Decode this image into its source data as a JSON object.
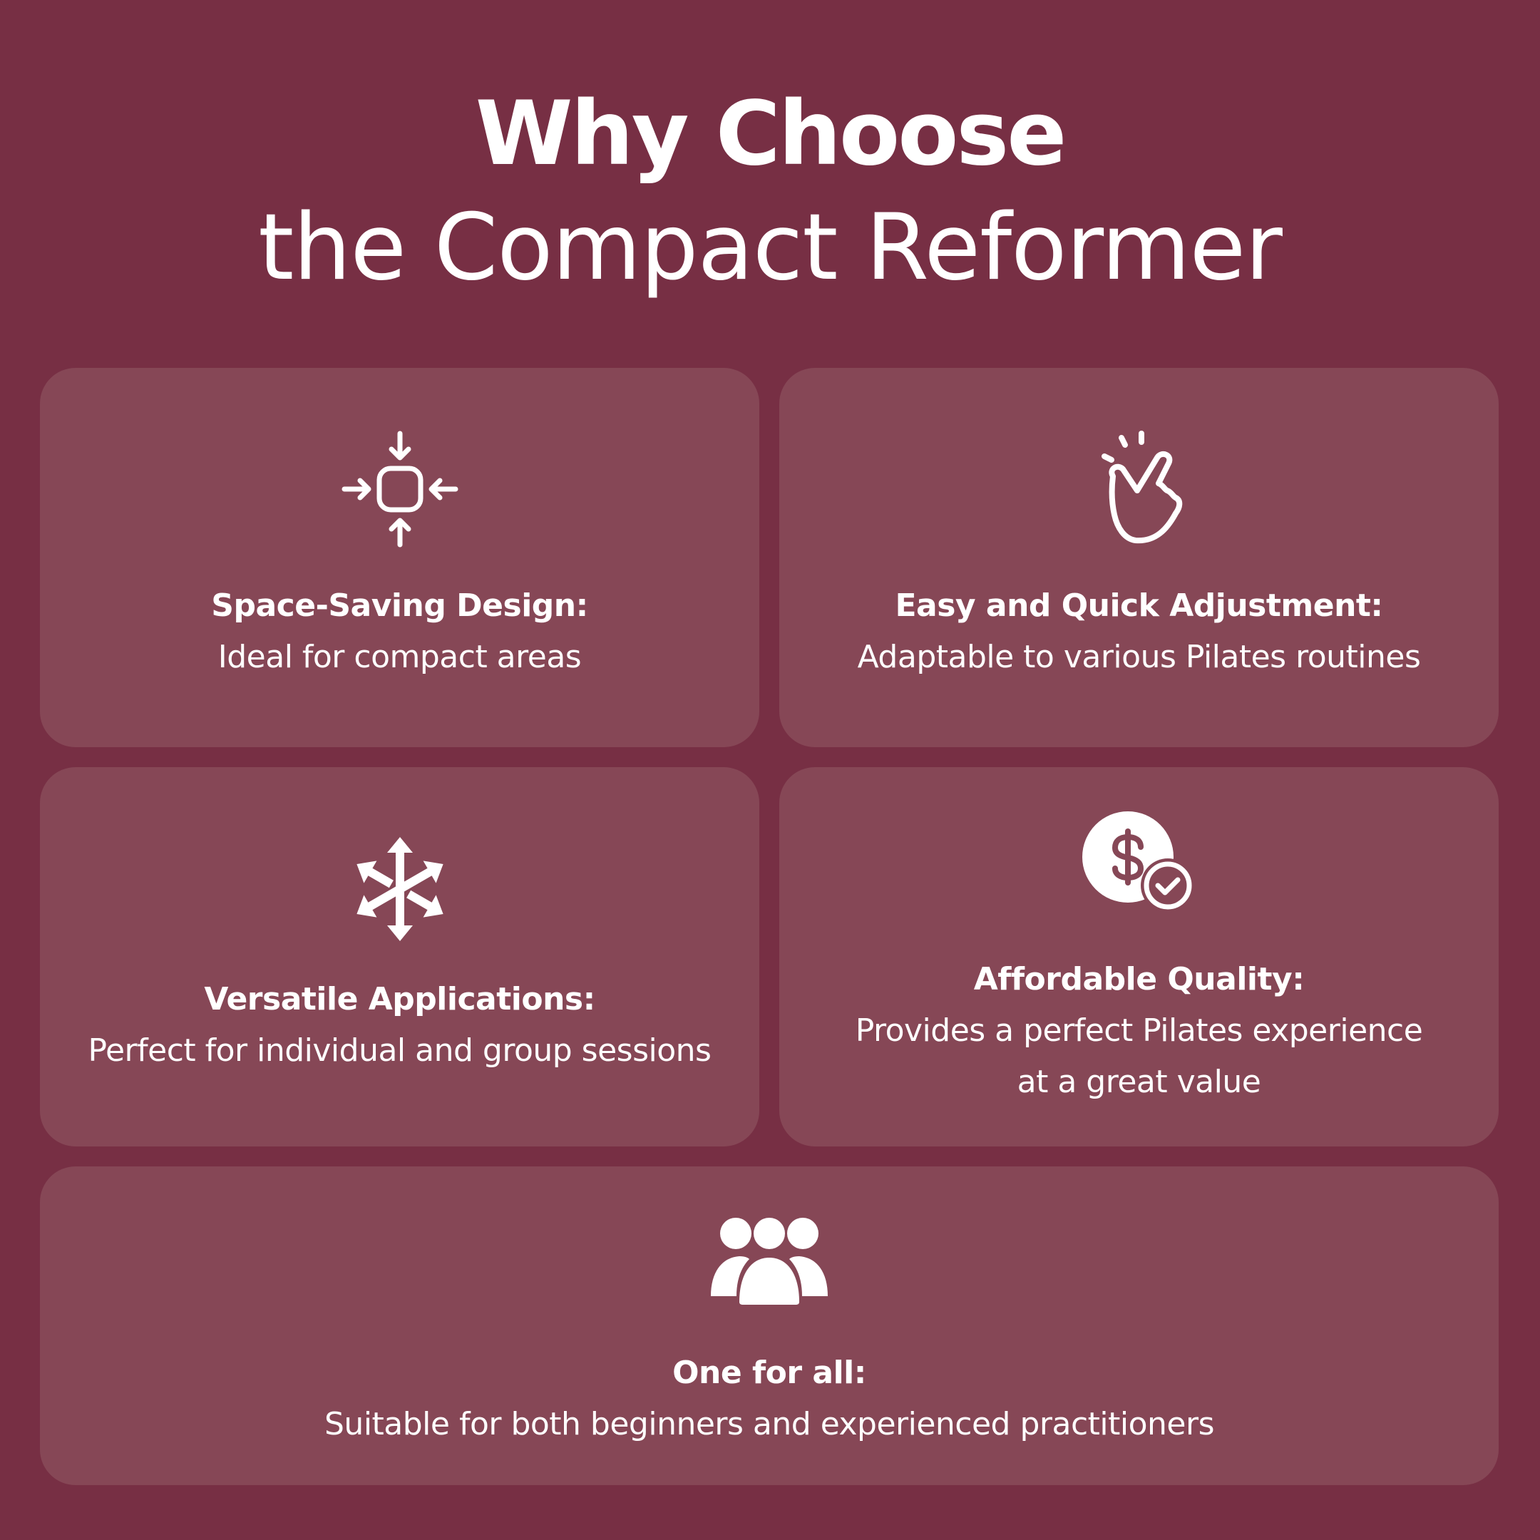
{
  "colors": {
    "background": "#772F44",
    "card": "#864756",
    "text": "#FFFFFF"
  },
  "title": {
    "line1": "Why Choose",
    "line2": "the Compact Reformer"
  },
  "features": [
    {
      "icon": "compress-arrows-icon",
      "heading": "Space-Saving Design:",
      "description_lines": [
        "Ideal for compact areas"
      ]
    },
    {
      "icon": "snap-fingers-icon",
      "heading": "Easy and Quick Adjustment:",
      "description_lines": [
        "Adaptable to various Pilates routines"
      ]
    },
    {
      "icon": "multi-direction-arrows-icon",
      "heading": "Versatile Applications:",
      "description_lines": [
        "Perfect for individual and group sessions"
      ]
    },
    {
      "icon": "dollar-check-icon",
      "heading": "Affordable Quality:",
      "description_lines": [
        "Provides a perfect Pilates experience",
        "at a great value"
      ]
    },
    {
      "icon": "group-users-icon",
      "heading": "One for all:",
      "description_lines": [
        "Suitable for both beginners and experienced practitioners"
      ]
    }
  ]
}
